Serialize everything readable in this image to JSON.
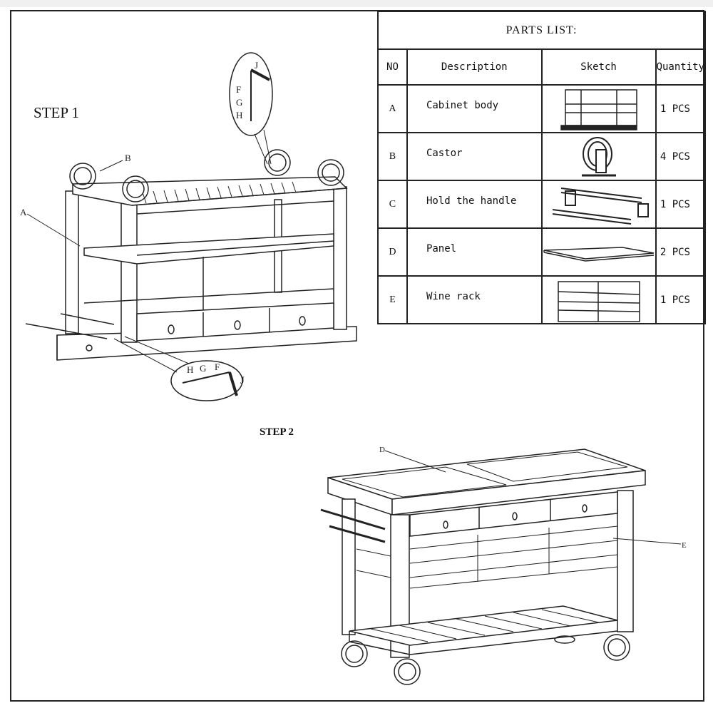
{
  "step1_label": "STEP 1",
  "step2_label": "STEP 2",
  "parts_list": {
    "title": "PARTS LIST:",
    "headers": {
      "no": "NO",
      "description": "Description",
      "sketch": "Sketch",
      "quantity": "Quantity"
    },
    "rows": [
      {
        "no": "A",
        "description": "Cabinet body",
        "sketch": "cabinet-body-sketch",
        "quantity": "1 PCS"
      },
      {
        "no": "B",
        "description": "Castor",
        "sketch": "castor-sketch",
        "quantity": "4 PCS"
      },
      {
        "no": "C",
        "description": "Hold the handle",
        "sketch": "handle-sketch",
        "quantity": "1 PCS"
      },
      {
        "no": "D",
        "description": "Panel",
        "sketch": "panel-sketch",
        "quantity": "2 PCS"
      },
      {
        "no": "E",
        "description": "Wine rack",
        "sketch": "wine-rack-sketch",
        "quantity": "1 PCS"
      }
    ]
  },
  "callouts": {
    "a": "A",
    "b": "B",
    "d": "D",
    "e": "E",
    "top_detail": {
      "j": "J",
      "f": "F",
      "g": "G",
      "h": "H"
    },
    "bottom_detail": {
      "h": "H",
      "g": "G",
      "f": "F",
      "j": "J"
    }
  }
}
